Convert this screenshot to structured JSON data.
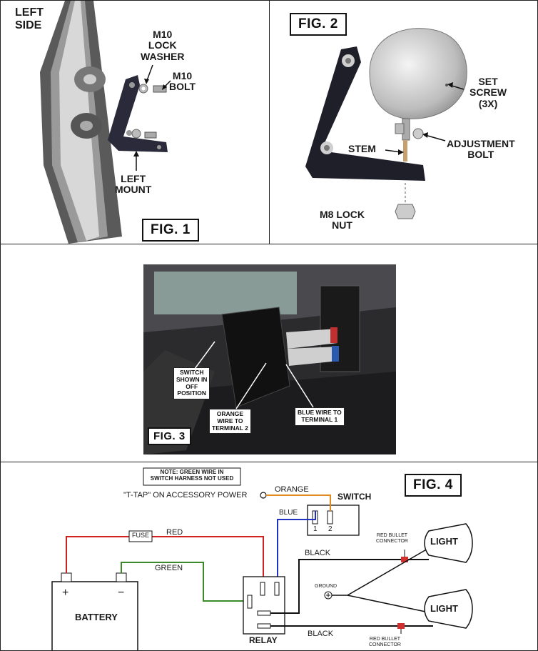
{
  "fig1": {
    "side_label": "LEFT\nSIDE",
    "lock_washer_label": "M10\nLOCK\nWASHER",
    "bolt_label": "M10\nBOLT",
    "mount_label": "LEFT\nMOUNT",
    "fig_label": "FIG. 1"
  },
  "fig2": {
    "fig_label": "FIG. 2",
    "set_screw_label": "SET\nSCREW\n(3X)",
    "stem_label": "STEM",
    "adjustment_bolt_label": "ADJUSTMENT\nBOLT",
    "lock_nut_label": "M8 LOCK\nNUT"
  },
  "fig3": {
    "fig_label": "FIG. 3",
    "switch_callout": "SWITCH\nSHOWN IN\nOFF\nPOSITION",
    "orange_callout": "ORANGE\nWIRE TO\nTERMINAL 2",
    "blue_callout": "BLUE WIRE TO\nTERMINAL 1"
  },
  "fig4": {
    "fig_label": "FIG. 4",
    "note": "NOTE: GREEN WIRE IN\nSWITCH HARNESS NOT USED",
    "t_tap_label": "\"T-TAP\" ON ACCESSORY POWER",
    "orange_label": "ORANGE",
    "switch_label": "SWITCH",
    "terminal_1": "1",
    "terminal_2": "2",
    "blue_label": "BLUE",
    "fuse_label": "FUSE",
    "red_label": "RED",
    "green_label": "GREEN",
    "black_label_top": "BLACK",
    "black_label_bottom": "BLACK",
    "ground_label": "GROUND",
    "bullet_top": "RED BULLET\nCONNECTOR",
    "bullet_bottom": "RED BULLET\nCONNECTOR",
    "light_top": "LIGHT",
    "light_bottom": "LIGHT",
    "battery_label": "BATTERY",
    "battery_plus": "+",
    "battery_minus": "−",
    "relay_label": "RELAY"
  },
  "colors": {
    "red_wire": "#d02020",
    "green_wire": "#3a8a2a",
    "blue_wire": "#2030c0",
    "orange_wire": "#e08a20",
    "black_wire": "#111111",
    "bullet_connector": "#d03030"
  }
}
